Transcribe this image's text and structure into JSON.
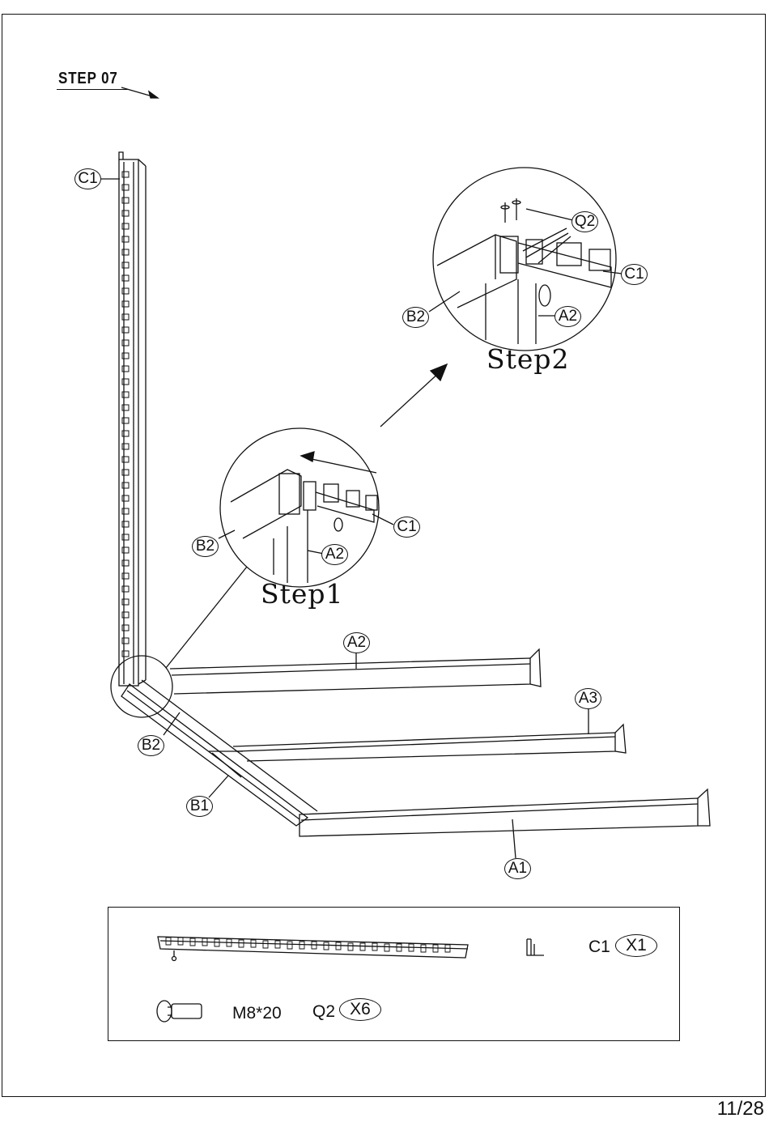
{
  "step": {
    "title": "STEP 07"
  },
  "callouts": {
    "c1_upright": "C1",
    "a2_beam": "A2",
    "a3_beam": "A3",
    "a1_beam": "A1",
    "b2_side": "B2",
    "b1_side": "B1"
  },
  "detail_step1": {
    "caption": "Step1",
    "labels": {
      "b2": "B2",
      "a2": "A2",
      "c1": "C1"
    }
  },
  "detail_step2": {
    "caption": "Step2",
    "labels": {
      "q2": "Q2",
      "c1": "C1",
      "b2": "B2",
      "a2": "A2"
    }
  },
  "parts": {
    "upright": {
      "code": "C1",
      "qty": "X1"
    },
    "bolt": {
      "size": "M8*20",
      "code": "Q2",
      "qty": "X6"
    }
  },
  "page": {
    "number": "11/28"
  }
}
